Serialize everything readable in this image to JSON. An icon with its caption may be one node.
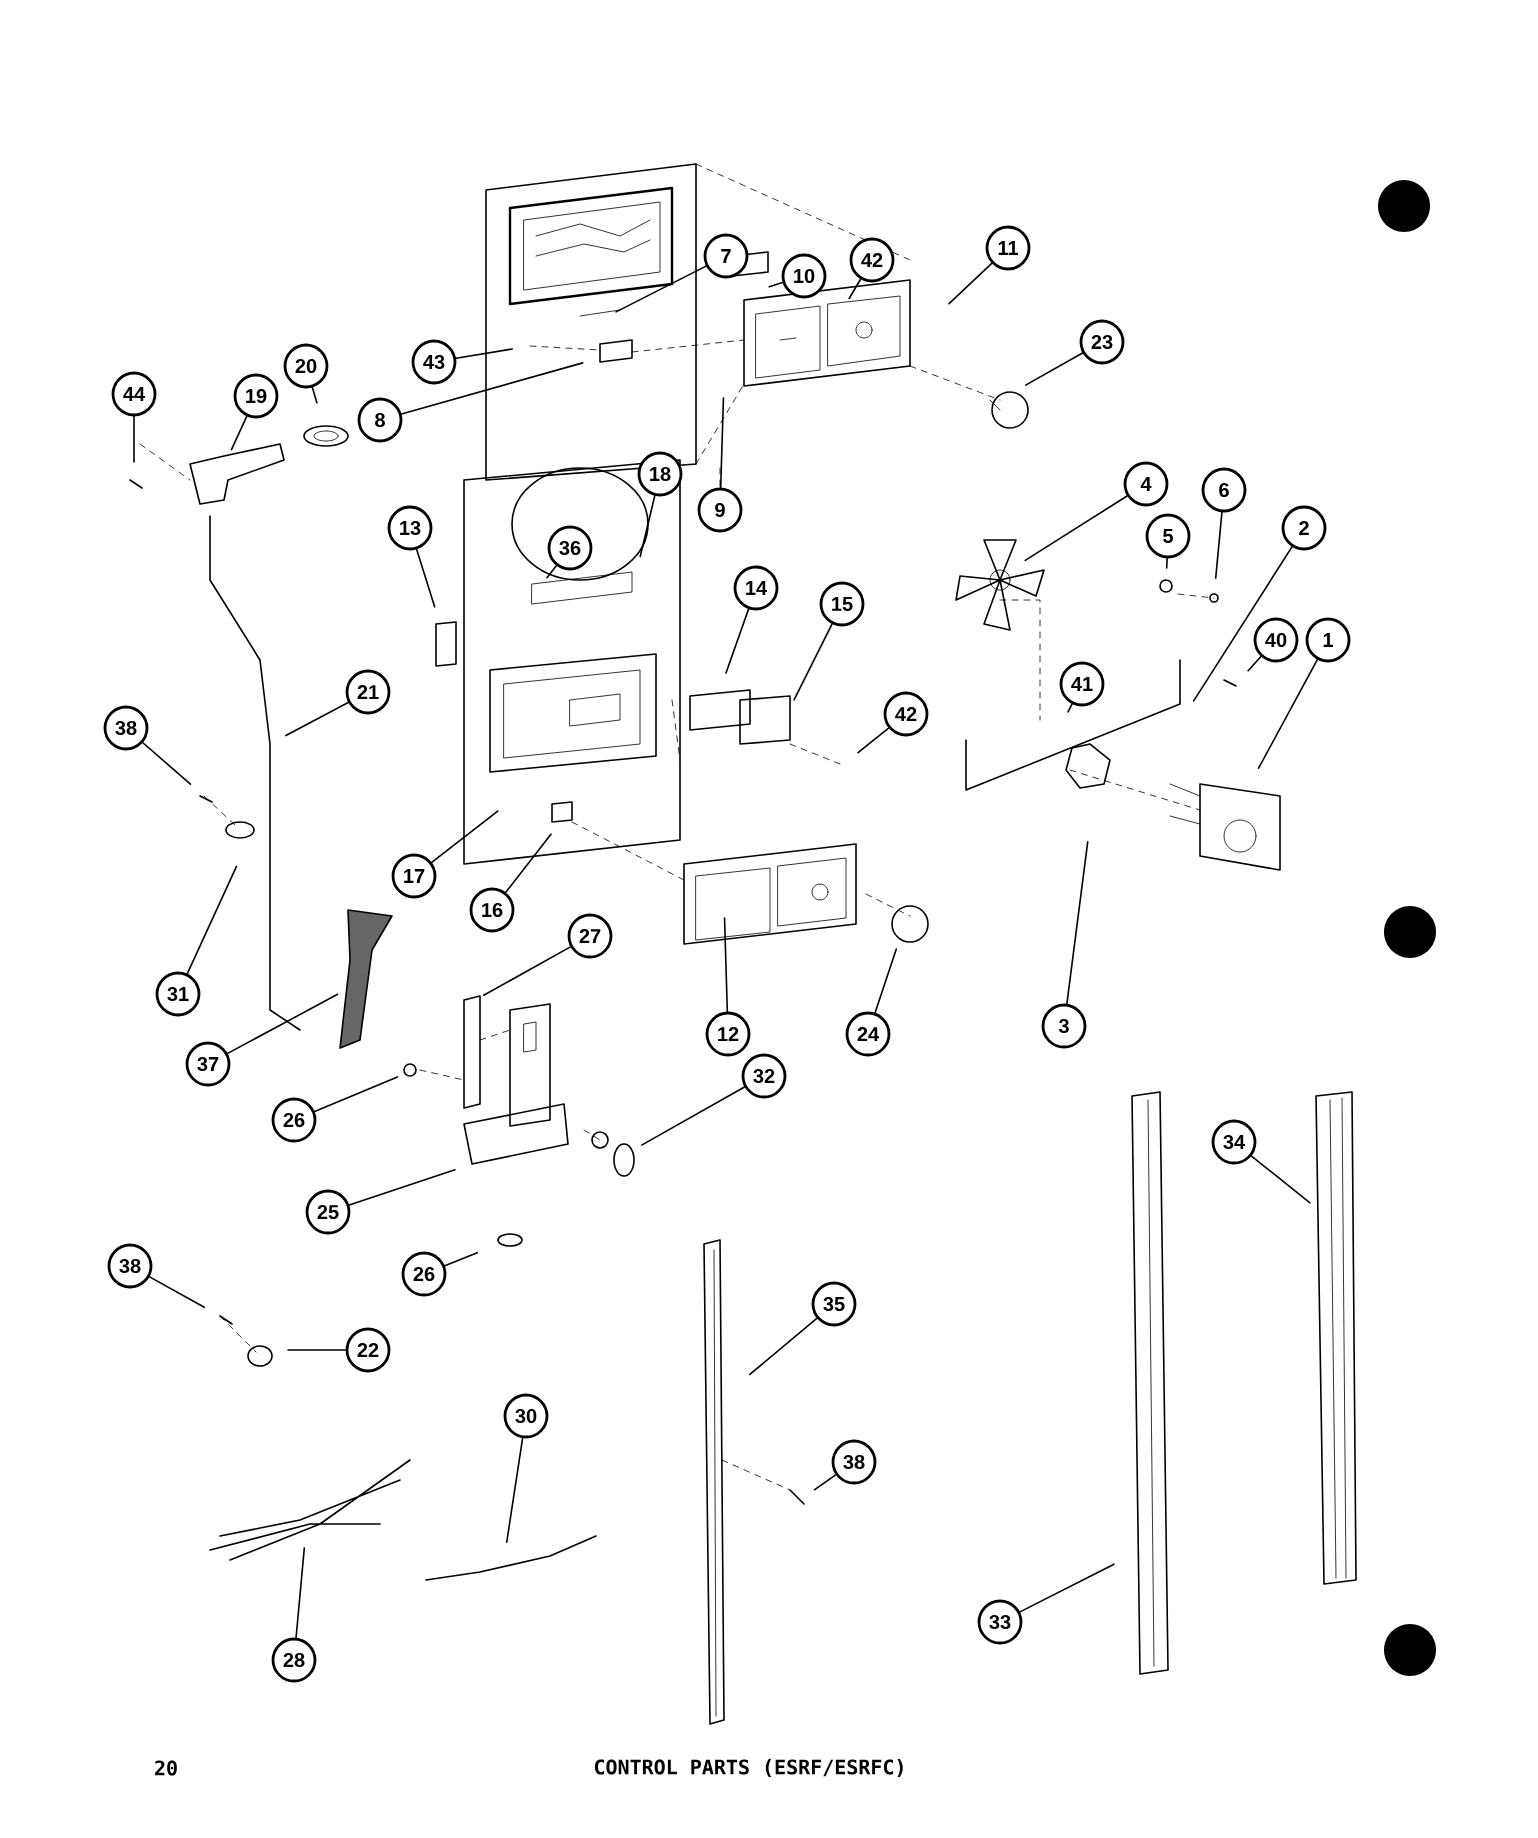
{
  "diagram": {
    "caption": "CONTROL PARTS (ESRF/ESRFC)",
    "nodes": [
      {
        "text": [
          "44"
        ]
      },
      {
        "text": [
          "19"
        ]
      },
      {
        "text": [
          "20"
        ]
      },
      {
        "text": [
          "13"
        ]
      },
      {
        "text": [
          "36"
        ]
      },
      {
        "text": [
          "18"
        ]
      },
      {
        "text": [
          "9"
        ]
      },
      {
        "text": [
          "8"
        ]
      },
      {
        "text": [
          "43"
        ]
      },
      {
        "text": [
          "7"
        ]
      },
      {
        "text": [
          "10"
        ]
      },
      {
        "text": [
          "42"
        ]
      },
      {
        "text": [
          "11"
        ]
      },
      {
        "text": [
          "23"
        ]
      },
      {
        "text": [
          "4"
        ]
      },
      {
        "text": [
          "6"
        ]
      },
      {
        "text": [
          "5"
        ]
      },
      {
        "text": [
          "2"
        ]
      },
      {
        "text": [
          "40"
        ]
      },
      {
        "text": [
          "1"
        ]
      },
      {
        "text": [
          "14"
        ]
      },
      {
        "text": [
          "15"
        ]
      },
      {
        "text": [
          "41"
        ]
      },
      {
        "text": [
          "42"
        ]
      },
      {
        "text": [
          "21"
        ]
      },
      {
        "text": [
          "38"
        ]
      },
      {
        "text": [
          "17"
        ]
      },
      {
        "text": [
          "16"
        ]
      },
      {
        "text": [
          "12"
        ]
      },
      {
        "text": [
          "24"
        ]
      },
      {
        "text": [
          "3"
        ]
      },
      {
        "text": [
          "27"
        ]
      },
      {
        "text": [
          "31"
        ]
      },
      {
        "text": [
          "37"
        ]
      },
      {
        "text": [
          "26"
        ]
      },
      {
        "text": [
          "32"
        ]
      },
      {
        "text": [
          "25"
        ]
      },
      {
        "text": [
          "34"
        ]
      },
      {
        "text": [
          "26"
        ]
      },
      {
        "text": [
          "35"
        ]
      },
      {
        "text": [
          "38"
        ]
      },
      {
        "text": [
          "22"
        ]
      },
      {
        "text": [
          "38"
        ]
      },
      {
        "text": [
          "30"
        ]
      },
      {
        "text": [
          "33"
        ]
      },
      {
        "text": [
          "28"
        ]
      },
      {
        "text": [],
        "shape": "picture"
      }
    ],
    "edges": [
      {
        "from": 0,
        "to": null,
        "arrow": "none"
      },
      {
        "from": 1,
        "to": null,
        "arrow": "none"
      },
      {
        "from": 2,
        "to": null,
        "arrow": "none"
      },
      {
        "from": 3,
        "to": null,
        "arrow": "none"
      },
      {
        "from": 4,
        "to": null,
        "arrow": "none"
      },
      {
        "from": 5,
        "to": null,
        "arrow": "none"
      },
      {
        "from": 6,
        "to": null,
        "arrow": "none"
      },
      {
        "from": 7,
        "to": null,
        "arrow": "none"
      },
      {
        "from": 8,
        "to": null,
        "arrow": "none"
      },
      {
        "from": 9,
        "to": null,
        "arrow": "none"
      },
      {
        "from": 10,
        "to": null,
        "arrow": "none"
      },
      {
        "from": 11,
        "to": null,
        "arrow": "none"
      },
      {
        "from": 12,
        "to": null,
        "arrow": "none"
      },
      {
        "from": 13,
        "to": null,
        "arrow": "none"
      },
      {
        "from": 14,
        "to": null,
        "arrow": "none"
      },
      {
        "from": 15,
        "to": null,
        "arrow": "none"
      },
      {
        "from": 16,
        "to": null,
        "arrow": "none"
      },
      {
        "from": 17,
        "to": null,
        "arrow": "none"
      },
      {
        "from": 18,
        "to": null,
        "arrow": "none"
      },
      {
        "from": 19,
        "to": null,
        "arrow": "none"
      },
      {
        "from": 20,
        "to": null,
        "arrow": "none"
      },
      {
        "from": 21,
        "to": null,
        "arrow": "none"
      },
      {
        "from": 22,
        "to": null,
        "arrow": "none"
      },
      {
        "from": 23,
        "to": null,
        "arrow": "none"
      },
      {
        "from": 24,
        "to": null,
        "arrow": "none"
      },
      {
        "from": 25,
        "to": null,
        "arrow": "none"
      },
      {
        "from": 26,
        "to": null,
        "arrow": "none"
      },
      {
        "from": 27,
        "to": null,
        "arrow": "none"
      },
      {
        "from": 28,
        "to": null,
        "arrow": "none"
      },
      {
        "from": 29,
        "to": null,
        "arrow": "none"
      },
      {
        "from": 30,
        "to": null,
        "arrow": "none"
      },
      {
        "from": 31,
        "to": null,
        "arrow": "none"
      },
      {
        "from": 32,
        "to": null,
        "arrow": "none"
      },
      {
        "from": 33,
        "to": 46,
        "arrow": "none"
      },
      {
        "from": 34,
        "to": null,
        "arrow": "none"
      },
      {
        "from": 35,
        "to": null,
        "arrow": "none"
      },
      {
        "from": 36,
        "to": null,
        "arrow": "none"
      },
      {
        "from": 37,
        "to": null,
        "arrow": "none"
      },
      {
        "from": 38,
        "to": null,
        "arrow": "none"
      },
      {
        "from": 39,
        "to": null,
        "arrow": "none"
      },
      {
        "from": 40,
        "to": null,
        "arrow": "none"
      },
      {
        "from": 41,
        "to": null,
        "arrow": "none"
      },
      {
        "from": 42,
        "to": null,
        "arrow": "none"
      },
      {
        "from": 43,
        "to": null,
        "arrow": "none"
      },
      {
        "from": 44,
        "to": null,
        "arrow": "none"
      },
      {
        "from": 45,
        "to": null,
        "arrow": "none"
      }
    ],
    "labels": [
      "20"
    ]
  }
}
